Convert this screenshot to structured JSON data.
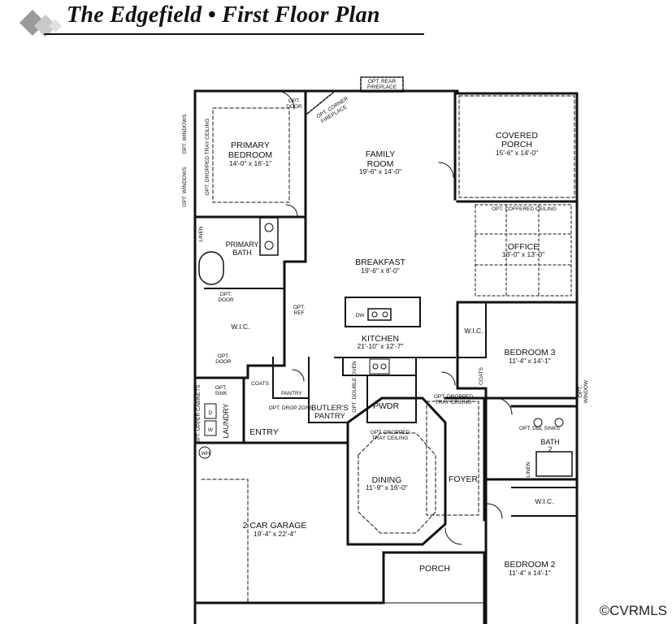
{
  "header": {
    "title": "The Edgefield • First Floor Plan"
  },
  "rooms": {
    "primary_bedroom": {
      "name_line1": "PRIMARY",
      "name_line2": "BEDROOM",
      "dims": "14'-0\" x 16'-1\""
    },
    "family_room": {
      "name_line1": "FAMILY",
      "name_line2": "ROOM",
      "dims": "19'-6\" x 14'-0\""
    },
    "covered_porch": {
      "name_line1": "COVERED",
      "name_line2": "PORCH",
      "dims": "15'-6\" x 14'-0\""
    },
    "office": {
      "name": "OFFICE",
      "dims": "13'-0\" x 13'-0\""
    },
    "breakfast": {
      "name": "BREAKFAST",
      "dims": "19'-6\" x 8'-0\""
    },
    "primary_bath": {
      "name_line1": "PRIMARY",
      "name_line2": "BATH"
    },
    "primary_wic": {
      "name": "W.I.C."
    },
    "kitchen": {
      "name": "KITCHEN",
      "dims": "21'-10\" x 12'-7\""
    },
    "bedroom3": {
      "name": "BEDROOM 3",
      "dims": "11'-4\" x 14'-1\""
    },
    "bedroom3_wic": {
      "name": "W.I.C."
    },
    "pantry": {
      "name": "PANTRY"
    },
    "butlers_pantry": {
      "name_line1": "BUTLER'S",
      "name_line2": "PANTRY"
    },
    "pwdr": {
      "name": "PWDR"
    },
    "entry": {
      "name": "ENTRY"
    },
    "laundry": {
      "name": "LAUNDRY"
    },
    "bath2": {
      "name_line1": "BATH",
      "name_line2": "2"
    },
    "dining": {
      "name": "DINING",
      "dims": "11'-9\" x 16'-0\""
    },
    "foyer": {
      "name": "FOYER"
    },
    "garage": {
      "name": "2 CAR GARAGE",
      "dims": "19'-4\" x 22'-4\""
    },
    "bedroom2_wic": {
      "name": "W.I.C."
    },
    "porch": {
      "name": "PORCH"
    },
    "bedroom2": {
      "name": "BEDROOM 2",
      "dims": "11'-4\" x 14'-1\""
    }
  },
  "notes": {
    "opt_rear_fireplace_1": "OPT. REAR",
    "opt_rear_fireplace_2": "FIREPLACE",
    "opt_corner_fireplace_1": "OPT. CORNER",
    "opt_corner_fireplace_2": "FIREPLACE",
    "opt_door_top_1": "OPT.",
    "opt_door_top_2": "DOOR",
    "opt_windows_upper": "OPT. WINDOWS",
    "opt_windows_lower": "OPT. WINDOWS",
    "opt_dropped_tray_primary": "OPT. DROPPED TRAY CEILING",
    "opt_coffered_ceiling": "OPT. COFFERED CEILING",
    "linen_primary": "LINEN",
    "opt_door_bath_1": "OPT.",
    "opt_door_bath_2": "DOOR",
    "opt_ref_1": "OPT.",
    "opt_ref_2": "REF",
    "opt_door_wic_1": "OPT.",
    "opt_door_wic_2": "DOOR",
    "dw": "DW",
    "coats_entry": "COATS",
    "opt_sink_1": "OPT.",
    "opt_sink_2": "SINK",
    "opt_upper_cabinets": "OPT. UPPER CABINETS",
    "opt_drop_zone": "OPT. DROP ZONE",
    "opt_double_oven": "OPT. DOUBLE OVEN",
    "opt_dropped_tray_foyer_1": "OPT. DROPPED",
    "opt_dropped_tray_foyer_2": "TRAY CEILING",
    "opt_dropped_tray_dining_1": "OPT. DROPPED",
    "opt_dropped_tray_dining_2": "TRAY CEILING",
    "coats_bed3": "COATS",
    "opt_window_1": "OPT.",
    "opt_window_2": "WINDOW",
    "opt_dbl_sinks": "OPT. DBL SINKS",
    "linen_bath2": "LINEN",
    "wh": "WH",
    "d": "D",
    "w": "W"
  },
  "watermark": "©CVRMLS"
}
